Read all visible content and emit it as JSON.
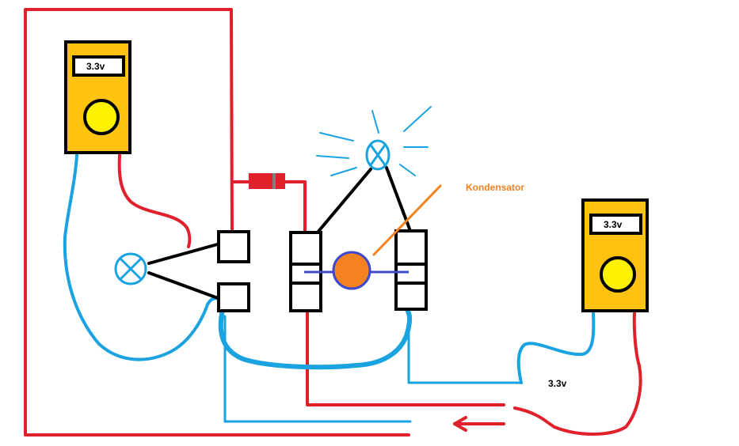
{
  "meters": {
    "left": {
      "reading": "3.3v"
    },
    "right": {
      "reading": "3.3v"
    }
  },
  "labels": {
    "capacitor": "Kondensator",
    "voltage_note": "3.3v"
  },
  "colors": {
    "wire_red": "#e0202a",
    "wire_blue": "#1aa3e0",
    "wire_black": "#000000",
    "meter_body": "#ffc20e",
    "meter_knob": "#fff200",
    "lamp": "#1aa3e0",
    "capacitor_body": "#f58220",
    "capacitor_leads": "#3f48cc",
    "capacitor_label": "#f58220",
    "diode_body": "#e0202a"
  },
  "icons": [
    "multimeter-icon",
    "lamp-icon",
    "capacitor-icon",
    "diode-icon",
    "arrow-left-icon"
  ]
}
